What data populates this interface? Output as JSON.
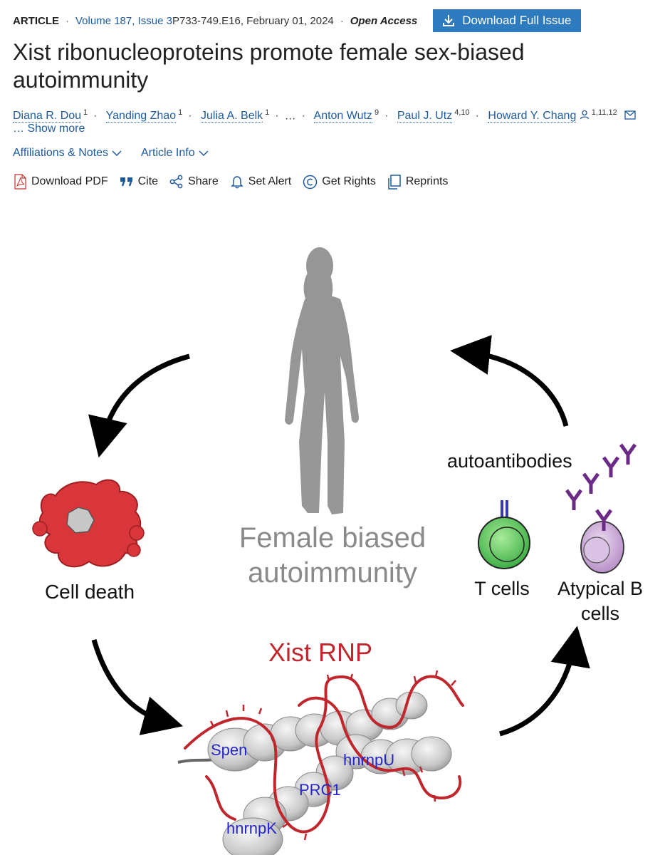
{
  "meta": {
    "type": "ARTICLE",
    "volume_issue": "Volume 187, Issue 3",
    "pages_date": "P733-749.E16, February 01, 2024",
    "access": "Open Access",
    "download_issue": "Download Full Issue"
  },
  "title": "Xist ribonucleoproteins promote female sex-biased autoimmunity",
  "authors": [
    {
      "name": "Diana R. Dou",
      "aff": "1"
    },
    {
      "name": "Yanding Zhao",
      "aff": "1"
    },
    {
      "name": "Julia A. Belk",
      "aff": "1"
    },
    {
      "name": "Anton Wutz",
      "aff": "9"
    },
    {
      "name": "Paul J. Utz",
      "aff": "4,10"
    },
    {
      "name": "Howard Y. Chang",
      "aff": "1,11,12"
    }
  ],
  "authors_ellipsis": "…",
  "show_more": "… Show more",
  "expanders": {
    "affiliations": "Affiliations & Notes",
    "article_info": "Article Info"
  },
  "tools": {
    "download_pdf": "Download PDF",
    "cite": "Cite",
    "share": "Share",
    "set_alert": "Set Alert",
    "get_rights": "Get Rights",
    "reprints": "Reprints"
  },
  "figure": {
    "center_line1": "Female biased",
    "center_line2": "autoimmunity",
    "cell_death": "Cell death",
    "xist_rnp": "Xist RNP",
    "autoantibodies": "autoantibodies",
    "t_cells": "T cells",
    "atypical_b_line1": "Atypical B",
    "atypical_b_line2": "cells",
    "proteins": {
      "spen": "Spen",
      "hnrnpu": "hnrnpU",
      "prc1": "PRC1",
      "hnrnpk": "hnrnpK"
    }
  },
  "colors": {
    "link": "#1d5b9e",
    "button": "#2f7bbf",
    "rna": "#c0272d",
    "cell_death": "#d8363a",
    "t_cell": "#4cc252",
    "b_cell": "#c9a7d6",
    "antibody": "#6b2a86",
    "protein_label": "#2626c8"
  }
}
